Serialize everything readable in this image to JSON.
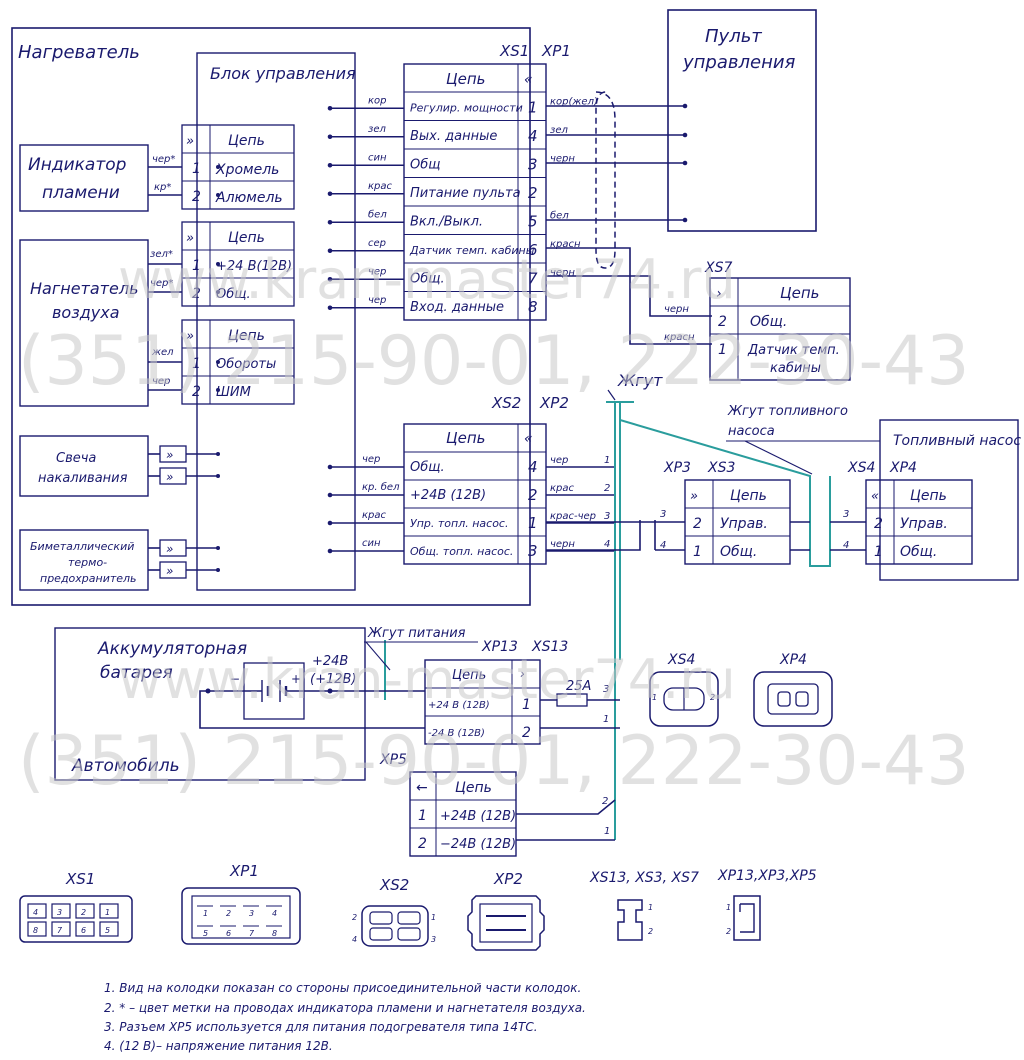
{
  "heater": {
    "title": "Нагреватель",
    "control_unit": "Блок управления",
    "flame_indicator": [
      "Индикатор",
      "пламени"
    ],
    "air_blower": [
      "Нагнетатель",
      "воздуха"
    ],
    "glow_plug": [
      "Свеча",
      "накаливания"
    ],
    "bimetal": [
      "Биметаллический",
      "термо-",
      "предохранитель"
    ]
  },
  "control_panel": [
    "Пульт",
    "управления"
  ],
  "fuel_pump": "Топливный насос",
  "fuel_harness": [
    "Жгут топливного",
    "насоса"
  ],
  "harness": "Жгут",
  "power_harness": "Жгут питания",
  "battery": [
    "Аккумуляторная",
    "батарея"
  ],
  "car": "Автомобиль",
  "fuse": "25А",
  "volt_labels": [
    "+24В",
    "(+12В)"
  ],
  "watermark": {
    "site": "www.kran-master74.ru",
    "phone": "(351) 215-90-01, 222-30-43"
  },
  "xs1": {
    "labels": [
      "XS1",
      "XP1"
    ],
    "header": "Цепь",
    "rows": [
      {
        "name": "Регулир. мощности",
        "pin": "1",
        "in": "кор",
        "out": "кор(жел)"
      },
      {
        "name": "Вых. данные",
        "pin": "4",
        "in": "зел",
        "out": "зел"
      },
      {
        "name": "Общ",
        "pin": "3",
        "in": "син",
        "out": "черн"
      },
      {
        "name": "Питание пульта",
        "pin": "2",
        "in": "крас",
        "out": ""
      },
      {
        "name": "Вкл./Выкл.",
        "pin": "5",
        "in": "бел",
        "out": "бел"
      },
      {
        "name": "Датчик темп. кабины",
        "pin": "6",
        "in": "сер",
        "out": "красн"
      },
      {
        "name": "Общ.",
        "pin": "7",
        "in": "чер",
        "out": "черн"
      },
      {
        "name": "Вход. данные",
        "pin": "8",
        "in": "чер",
        "out": ""
      }
    ]
  },
  "flame_conn": {
    "header": "Цепь",
    "rows": [
      {
        "pin": "1",
        "name": "Хромель",
        "wire": "чер*"
      },
      {
        "pin": "2",
        "name": "Алюмель",
        "wire": "кр*"
      }
    ]
  },
  "blower_conn1": {
    "header": "Цепь",
    "rows": [
      {
        "pin": "1",
        "name": "+24 В(12В)",
        "wire": "зел*"
      },
      {
        "pin": "2",
        "name": "Общ.",
        "wire": "чер*"
      }
    ]
  },
  "blower_conn2": {
    "header": "Цепь",
    "rows": [
      {
        "pin": "1",
        "name": "Обороты",
        "wire": "жел"
      },
      {
        "pin": "2",
        "name": "ШИМ",
        "wire": "чер"
      }
    ]
  },
  "xs7": {
    "label": "XS7",
    "header": "Цепь",
    "rows": [
      {
        "pin": "2",
        "name": "Общ.",
        "wire": "черн"
      },
      {
        "pin": "1",
        "name": "Датчик темп. кабины",
        "wire": "красн"
      }
    ]
  },
  "xs2": {
    "labels": [
      "XS2",
      "XP2"
    ],
    "header": "Цепь",
    "rows": [
      {
        "name": "Общ.",
        "pin": "4",
        "in": "чер",
        "out": "чер",
        "num": "1"
      },
      {
        "name": "+24В (12В)",
        "pin": "2",
        "in": "кр. бел",
        "out": "крас",
        "num": "2"
      },
      {
        "name": "Упр. топл. насос.",
        "pin": "1",
        "in": "крас",
        "out": "крас-чер",
        "num": "3"
      },
      {
        "name": "Общ. топл. насос.",
        "pin": "3",
        "in": "син",
        "out": "черн",
        "num": "4"
      }
    ]
  },
  "xp3": {
    "labels": [
      "XP3",
      "XS3"
    ],
    "header": "Цепь",
    "rows": [
      {
        "pin": "2",
        "name": "Управ.",
        "num": "3"
      },
      {
        "pin": "1",
        "name": "Общ.",
        "num": "4"
      }
    ]
  },
  "xs4": {
    "labels": [
      "XS4",
      "XP4"
    ],
    "header": "Цепь",
    "rows": [
      {
        "pin": "2",
        "name": "Управ.",
        "num": "3"
      },
      {
        "pin": "1",
        "name": "Общ.",
        "num": "4"
      }
    ]
  },
  "xp13": {
    "labels": [
      "XP13",
      "XS13"
    ],
    "header": "Цепь",
    "rows": [
      {
        "name": "+24 В (12В)",
        "pin": "1",
        "num": "3"
      },
      {
        "name": "-24 В (12В)",
        "pin": "2",
        "num": "1"
      }
    ]
  },
  "xp5": {
    "label": "XP5",
    "header": "Цепь",
    "rows": [
      {
        "pin": "1",
        "name": "+24В (12В)",
        "num": "2"
      },
      {
        "pin": "2",
        "name": "−24В (12В)",
        "num": "1"
      }
    ]
  },
  "pinout_labels": [
    "XS4",
    "XP4",
    "XS1",
    "XP1",
    "XS2",
    "XP2",
    "XS13, XS3, XS7",
    "XP13,XP3,XP5"
  ],
  "pinout_xs1_pins": [
    "4",
    "3",
    "2",
    "1",
    "8",
    "7",
    "6",
    "5"
  ],
  "pinout_xp1_pins": [
    "1",
    "2",
    "3",
    "4",
    "5",
    "6",
    "7",
    "8"
  ],
  "pinout_xs2_pins": [
    "2",
    "1",
    "4",
    "3"
  ],
  "pinout_small_pins": [
    "1",
    "2"
  ],
  "notes": [
    "1. Вид на колодки показан со стороны присоединительной части колодок.",
    "2. * – цвет метки на проводах индикатора пламени и нагнетателя воздуха.",
    "3. Разъем XP5 используется для питания подогревателя типа 14ТС.",
    "4. (12 В)– напряжение питания 12В."
  ]
}
